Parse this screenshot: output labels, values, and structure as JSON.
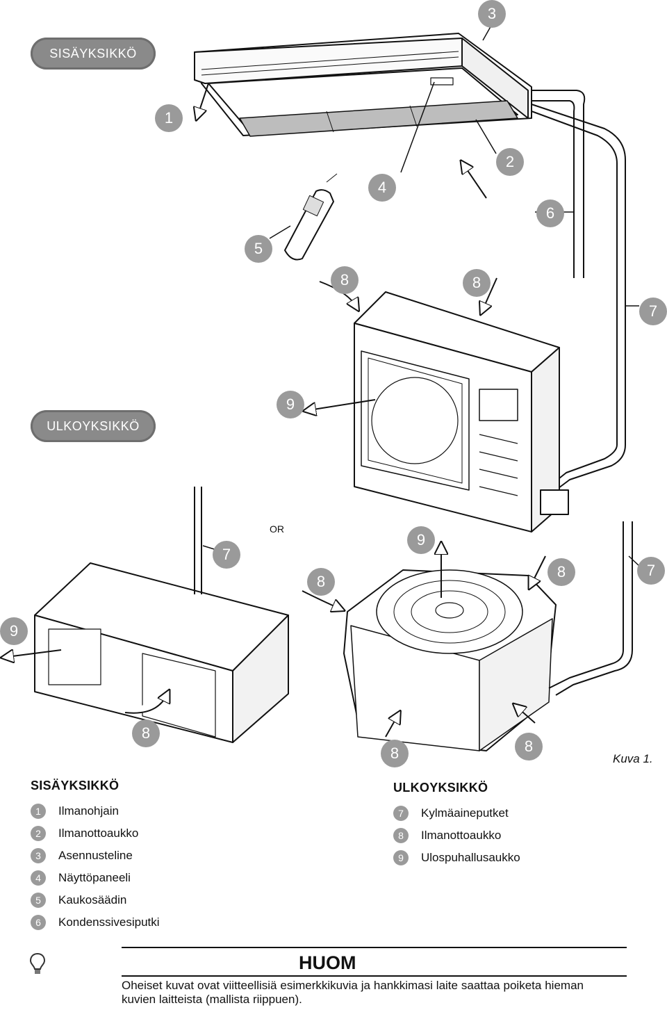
{
  "labels": {
    "indoor_pill": "SISÄYKSIKKÖ",
    "outdoor_pill": "ULKOYKSIKKÖ",
    "or": "OR",
    "figure_caption": "Kuva 1."
  },
  "callouts": [
    "3",
    "1",
    "2",
    "4",
    "6",
    "5",
    "8",
    "8",
    "7",
    "9",
    "7",
    "9",
    "8",
    "8",
    "7",
    "9",
    "8",
    "8",
    "8"
  ],
  "legend": {
    "indoor": {
      "title": "SISÄYKSIKKÖ",
      "items": [
        {
          "num": "1",
          "label": "Ilmanohjain"
        },
        {
          "num": "2",
          "label": "Ilmanottoaukko"
        },
        {
          "num": "3",
          "label": "Asennusteline"
        },
        {
          "num": "4",
          "label": "Näyttöpaneeli"
        },
        {
          "num": "5",
          "label": "Kaukosäädin"
        },
        {
          "num": "6",
          "label": "Kondenssivesiputki"
        }
      ]
    },
    "outdoor": {
      "title": "ULKOYKSIKKÖ",
      "items": [
        {
          "num": "7",
          "label": "Kylmäaineputket"
        },
        {
          "num": "8",
          "label": "Ilmanottoaukko"
        },
        {
          "num": "9",
          "label": "Ulospuhallusaukko"
        }
      ]
    }
  },
  "note": {
    "title": "HUOM",
    "text": "Oheiset kuvat ovat viitteellisiä esimerkkikuvia ja hankkimasi laite saattaa poiketa hieman kuvien laitteista (mallista riippuen)."
  }
}
